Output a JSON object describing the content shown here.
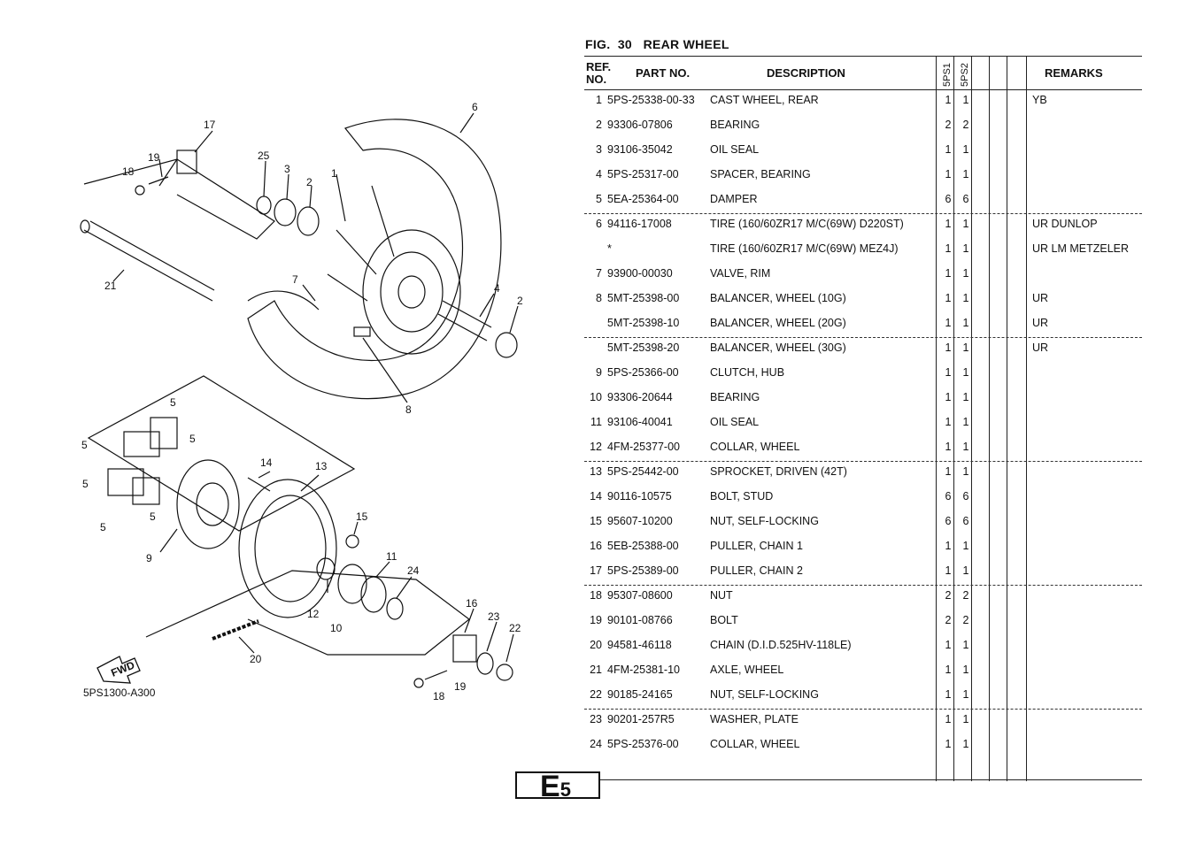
{
  "figure": {
    "fig_label": "FIG.",
    "fig_number": "30",
    "title": "REAR WHEEL"
  },
  "diagram": {
    "code": "5PS1300-A300",
    "fwd_label": "FWD",
    "callouts": [
      "17",
      "19",
      "18",
      "25",
      "3",
      "2",
      "1",
      "6",
      "21",
      "7",
      "4",
      "2",
      "8",
      "5",
      "5",
      "5",
      "5",
      "5",
      "5",
      "14",
      "13",
      "9",
      "15",
      "11",
      "24",
      "12",
      "10",
      "16",
      "23",
      "22",
      "20",
      "19",
      "18"
    ]
  },
  "table": {
    "headers": {
      "ref": "REF. NO.",
      "ref_line1": "REF.",
      "ref_line2": "NO.",
      "part_no": "PART NO.",
      "description": "DESCRIPTION",
      "col_5ps1": "5PS1",
      "col_5ps2": "5PS2",
      "remarks": "REMARKS"
    },
    "rows": [
      {
        "ref": "1",
        "part": "5PS-25338-00-33",
        "desc": "CAST WHEEL, REAR",
        "q1": "1",
        "q2": "1",
        "remarks": "YB"
      },
      {
        "ref": "2",
        "part": "93306-07806",
        "desc": "BEARING",
        "q1": "2",
        "q2": "2",
        "remarks": ""
      },
      {
        "ref": "3",
        "part": "93106-35042",
        "desc": "OIL SEAL",
        "q1": "1",
        "q2": "1",
        "remarks": ""
      },
      {
        "ref": "4",
        "part": "5PS-25317-00",
        "desc": "SPACER, BEARING",
        "q1": "1",
        "q2": "1",
        "remarks": ""
      },
      {
        "ref": "5",
        "part": "5EA-25364-00",
        "desc": "DAMPER",
        "q1": "6",
        "q2": "6",
        "remarks": ""
      },
      {
        "ref": "6",
        "part": "94116-17008",
        "desc": "TIRE (160/60ZR17 M/C(69W) D220ST)",
        "q1": "1",
        "q2": "1",
        "remarks": "UR DUNLOP"
      },
      {
        "ref": "",
        "part": "*",
        "desc": "TIRE (160/60ZR17 M/C(69W) MEZ4J)",
        "q1": "1",
        "q2": "1",
        "remarks": "UR LM METZELER"
      },
      {
        "ref": "7",
        "part": "93900-00030",
        "desc": "VALVE, RIM",
        "q1": "1",
        "q2": "1",
        "remarks": ""
      },
      {
        "ref": "8",
        "part": "5MT-25398-00",
        "desc": "BALANCER, WHEEL (10G)",
        "q1": "1",
        "q2": "1",
        "remarks": "UR"
      },
      {
        "ref": "",
        "part": "5MT-25398-10",
        "desc": "BALANCER, WHEEL (20G)",
        "q1": "1",
        "q2": "1",
        "remarks": "UR"
      },
      {
        "ref": "",
        "part": "5MT-25398-20",
        "desc": "BALANCER, WHEEL (30G)",
        "q1": "1",
        "q2": "1",
        "remarks": "UR"
      },
      {
        "ref": "9",
        "part": "5PS-25366-00",
        "desc": "CLUTCH, HUB",
        "q1": "1",
        "q2": "1",
        "remarks": ""
      },
      {
        "ref": "10",
        "part": "93306-20644",
        "desc": "BEARING",
        "q1": "1",
        "q2": "1",
        "remarks": ""
      },
      {
        "ref": "11",
        "part": "93106-40041",
        "desc": "OIL SEAL",
        "q1": "1",
        "q2": "1",
        "remarks": ""
      },
      {
        "ref": "12",
        "part": "4FM-25377-00",
        "desc": "COLLAR, WHEEL",
        "q1": "1",
        "q2": "1",
        "remarks": ""
      },
      {
        "ref": "13",
        "part": "5PS-25442-00",
        "desc": "SPROCKET, DRIVEN (42T)",
        "q1": "1",
        "q2": "1",
        "remarks": ""
      },
      {
        "ref": "14",
        "part": "90116-10575",
        "desc": "BOLT, STUD",
        "q1": "6",
        "q2": "6",
        "remarks": ""
      },
      {
        "ref": "15",
        "part": "95607-10200",
        "desc": "NUT, SELF-LOCKING",
        "q1": "6",
        "q2": "6",
        "remarks": ""
      },
      {
        "ref": "16",
        "part": "5EB-25388-00",
        "desc": "PULLER, CHAIN 1",
        "q1": "1",
        "q2": "1",
        "remarks": ""
      },
      {
        "ref": "17",
        "part": "5PS-25389-00",
        "desc": "PULLER, CHAIN 2",
        "q1": "1",
        "q2": "1",
        "remarks": ""
      },
      {
        "ref": "18",
        "part": "95307-08600",
        "desc": "NUT",
        "q1": "2",
        "q2": "2",
        "remarks": ""
      },
      {
        "ref": "19",
        "part": "90101-08766",
        "desc": "BOLT",
        "q1": "2",
        "q2": "2",
        "remarks": ""
      },
      {
        "ref": "20",
        "part": "94581-46118",
        "desc": "CHAIN (D.I.D.525HV-118LE)",
        "q1": "1",
        "q2": "1",
        "remarks": ""
      },
      {
        "ref": "21",
        "part": "4FM-25381-10",
        "desc": "AXLE, WHEEL",
        "q1": "1",
        "q2": "1",
        "remarks": ""
      },
      {
        "ref": "22",
        "part": "90185-24165",
        "desc": "NUT, SELF-LOCKING",
        "q1": "1",
        "q2": "1",
        "remarks": ""
      },
      {
        "ref": "23",
        "part": "90201-257R5",
        "desc": "WASHER, PLATE",
        "q1": "1",
        "q2": "1",
        "remarks": ""
      },
      {
        "ref": "24",
        "part": "5PS-25376-00",
        "desc": "COLLAR, WHEEL",
        "q1": "1",
        "q2": "1",
        "remarks": ""
      }
    ]
  },
  "page_tag": {
    "letter": "E",
    "number": "5"
  }
}
